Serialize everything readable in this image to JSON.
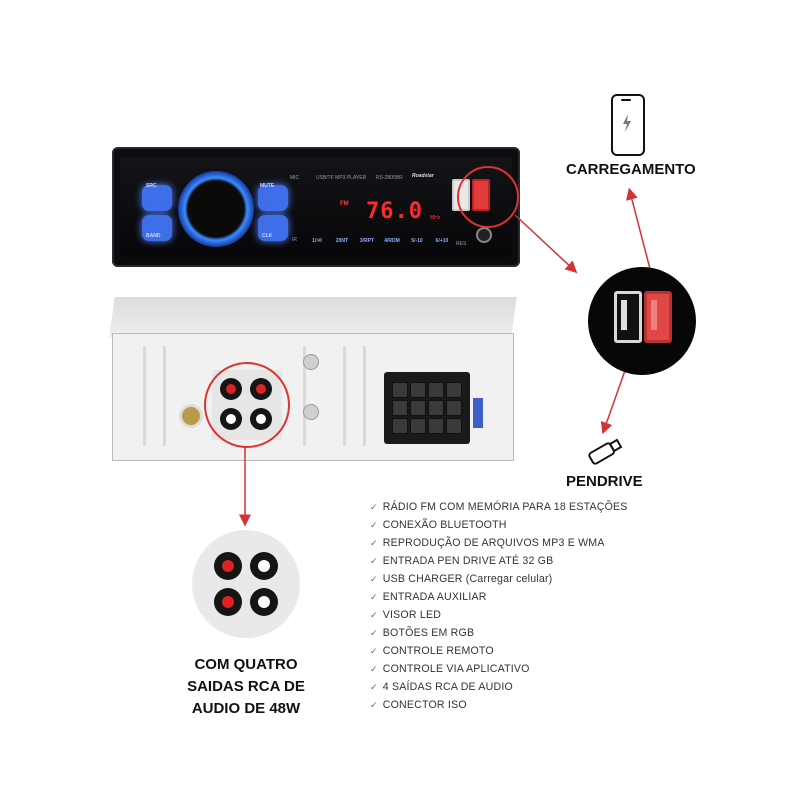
{
  "radio": {
    "brand": "Roadstar",
    "model": "RS-2805BR",
    "type_label": "USB/TF MP3 PLAYER",
    "frequency": "76.0",
    "freq_unit": "MHz",
    "band_indicator": "FM",
    "buttons": {
      "top_left": "SRC",
      "bottom_left": "BAND",
      "top_right": "MUTE",
      "bottom_right": "CLK",
      "mic": "MIC",
      "ir": "IR",
      "res": "RES"
    },
    "number_keys": [
      "1/>II",
      "2/INT",
      "3/RPT",
      "4/RDM",
      "5/-10",
      "6/+10"
    ]
  },
  "labels": {
    "charging": "CARREGAMENTO",
    "pendrive": "PENDRIVE",
    "rca_caption": [
      "COM QUATRO",
      "SAIDAS RCA DE",
      "AUDIO DE 48W"
    ]
  },
  "features": [
    "RÁDIO FM COM MEMÓRIA PARA 18 ESTAÇÕES",
    "CONEXÃO BLUETOOTH",
    "REPRODUÇÃO DE ARQUIVOS MP3 E WMA",
    "ENTRADA PEN DRIVE ATÉ 32 GB",
    "USB CHARGER (Carregar celular)",
    "ENTRADA AUXILIAR",
    "VISOR LED",
    "BOTÕES EM RGB",
    "CONTROLE REMOTO",
    "CONTROLE VIA APLICATIVO",
    "4 SAÍDAS  RCA DE AUDIO",
    "CONECTOR ISO"
  ],
  "icons": {
    "phone": "smartphone-charging-icon",
    "usb_stick": "usb-flash-drive-icon",
    "check": "check-icon"
  },
  "colors": {
    "accent_red": "#d33333",
    "led_blue": "#3e6fe8",
    "display_red": "#ff2a2a"
  }
}
